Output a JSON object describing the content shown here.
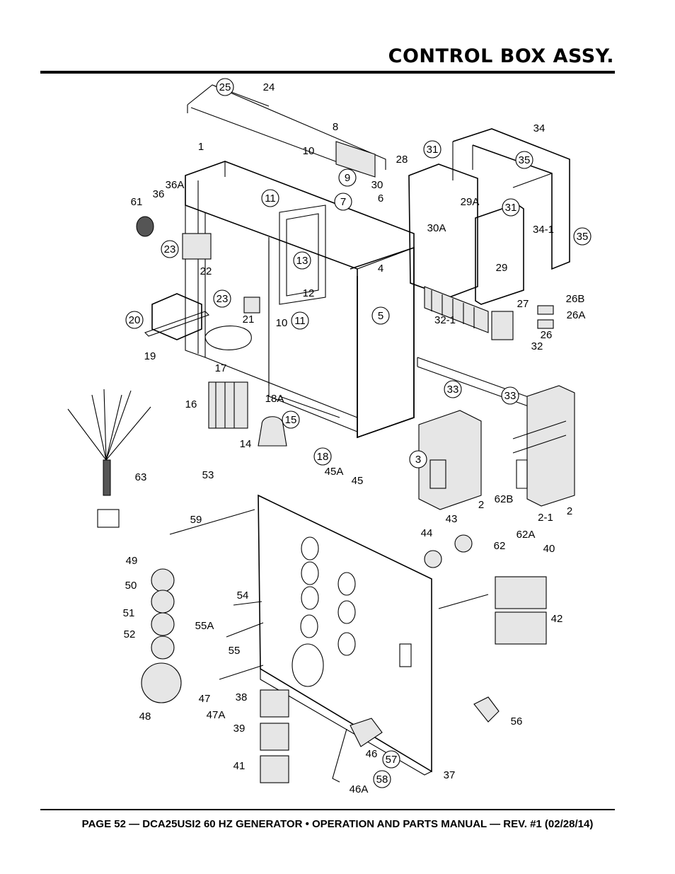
{
  "header": {
    "title": "CONTROL BOX ASSY."
  },
  "footer": {
    "text": "PAGE 52 — DCA25USI2 60 HZ GENERATOR • OPERATION AND PARTS MANUAL — REV. #1 (02/28/14)"
  },
  "callouts": [
    {
      "label": "25",
      "circled": true
    },
    {
      "label": "24",
      "circled": false
    },
    {
      "label": "8",
      "circled": false
    },
    {
      "label": "34",
      "circled": false
    },
    {
      "label": "1",
      "circled": false
    },
    {
      "label": "10",
      "circled": false
    },
    {
      "label": "31",
      "circled": true
    },
    {
      "label": "28",
      "circled": false
    },
    {
      "label": "35",
      "circled": true
    },
    {
      "label": "36A",
      "circled": false
    },
    {
      "label": "9",
      "circled": true
    },
    {
      "label": "30",
      "circled": false
    },
    {
      "label": "36",
      "circled": false
    },
    {
      "label": "11",
      "circled": true
    },
    {
      "label": "7",
      "circled": true
    },
    {
      "label": "6",
      "circled": false
    },
    {
      "label": "61",
      "circled": false
    },
    {
      "label": "29A",
      "circled": false
    },
    {
      "label": "31",
      "circled": true
    },
    {
      "label": "30A",
      "circled": false
    },
    {
      "label": "34-1",
      "circled": false
    },
    {
      "label": "35",
      "circled": true
    },
    {
      "label": "23",
      "circled": true
    },
    {
      "label": "13",
      "circled": true
    },
    {
      "label": "29",
      "circled": false
    },
    {
      "label": "22",
      "circled": false
    },
    {
      "label": "4",
      "circled": false
    },
    {
      "label": "12",
      "circled": false
    },
    {
      "label": "26B",
      "circled": false
    },
    {
      "label": "23",
      "circled": true
    },
    {
      "label": "27",
      "circled": false
    },
    {
      "label": "11",
      "circled": true
    },
    {
      "label": "5",
      "circled": true
    },
    {
      "label": "26A",
      "circled": false
    },
    {
      "label": "20",
      "circled": true
    },
    {
      "label": "21",
      "circled": false
    },
    {
      "label": "10",
      "circled": false
    },
    {
      "label": "32-1",
      "circled": false
    },
    {
      "label": "26",
      "circled": false
    },
    {
      "label": "32",
      "circled": false
    },
    {
      "label": "19",
      "circled": false
    },
    {
      "label": "17",
      "circled": false
    },
    {
      "label": "33",
      "circled": true
    },
    {
      "label": "33",
      "circled": true
    },
    {
      "label": "16",
      "circled": false
    },
    {
      "label": "18A",
      "circled": false
    },
    {
      "label": "15",
      "circled": true
    },
    {
      "label": "14",
      "circled": false
    },
    {
      "label": "3",
      "circled": true
    },
    {
      "label": "18",
      "circled": true
    },
    {
      "label": "53",
      "circled": false
    },
    {
      "label": "63",
      "circled": false
    },
    {
      "label": "45A",
      "circled": false
    },
    {
      "label": "45",
      "circled": false
    },
    {
      "label": "2",
      "circled": false
    },
    {
      "label": "62B",
      "circled": false
    },
    {
      "label": "2",
      "circled": false
    },
    {
      "label": "2-1",
      "circled": false
    },
    {
      "label": "43",
      "circled": false
    },
    {
      "label": "59",
      "circled": false
    },
    {
      "label": "44",
      "circled": false
    },
    {
      "label": "62",
      "circled": false
    },
    {
      "label": "62A",
      "circled": false
    },
    {
      "label": "40",
      "circled": false
    },
    {
      "label": "49",
      "circled": false
    },
    {
      "label": "50",
      "circled": false
    },
    {
      "label": "54",
      "circled": false
    },
    {
      "label": "51",
      "circled": false
    },
    {
      "label": "42",
      "circled": false
    },
    {
      "label": "55A",
      "circled": false
    },
    {
      "label": "52",
      "circled": false
    },
    {
      "label": "55",
      "circled": false
    },
    {
      "label": "47",
      "circled": false
    },
    {
      "label": "38",
      "circled": false
    },
    {
      "label": "48",
      "circled": false
    },
    {
      "label": "47A",
      "circled": false
    },
    {
      "label": "56",
      "circled": false
    },
    {
      "label": "39",
      "circled": false
    },
    {
      "label": "46",
      "circled": false
    },
    {
      "label": "57",
      "circled": true
    },
    {
      "label": "41",
      "circled": false
    },
    {
      "label": "37",
      "circled": false
    },
    {
      "label": "58",
      "circled": true
    },
    {
      "label": "46A",
      "circled": false
    }
  ]
}
